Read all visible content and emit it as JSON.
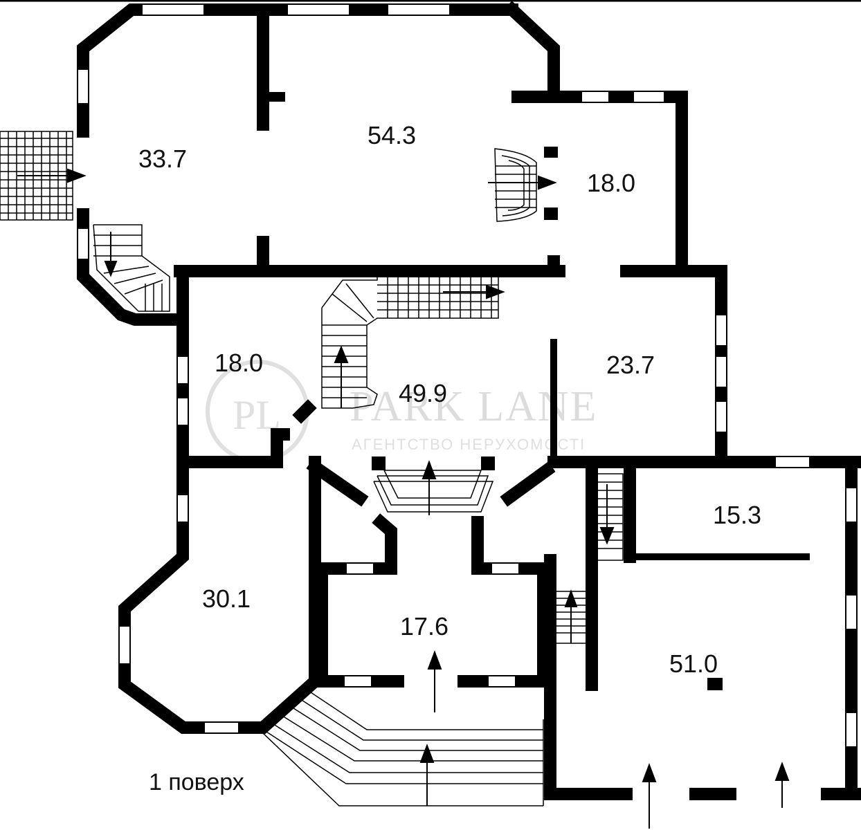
{
  "rooms": [
    {
      "id": "room-33-7",
      "area": "33.7"
    },
    {
      "id": "room-54-3",
      "area": "54.3"
    },
    {
      "id": "room-18-0-top",
      "area": "18.0"
    },
    {
      "id": "room-18-0-left",
      "area": "18.0"
    },
    {
      "id": "room-49-9",
      "area": "49.9"
    },
    {
      "id": "room-23-7",
      "area": "23.7"
    },
    {
      "id": "room-15-3",
      "area": "15.3"
    },
    {
      "id": "room-30-1",
      "area": "30.1"
    },
    {
      "id": "room-17-6",
      "area": "17.6"
    },
    {
      "id": "room-51-0",
      "area": "51.0"
    }
  ],
  "floor_label": "1 поверх",
  "watermark": {
    "logo": "PL",
    "brand": "PARK LANE",
    "tagline": "АГЕНТСТВО НЕРУХОМОСТІ"
  },
  "colors": {
    "wall": "#000000",
    "background": "#ffffff",
    "watermark": "#d9d9d9"
  }
}
